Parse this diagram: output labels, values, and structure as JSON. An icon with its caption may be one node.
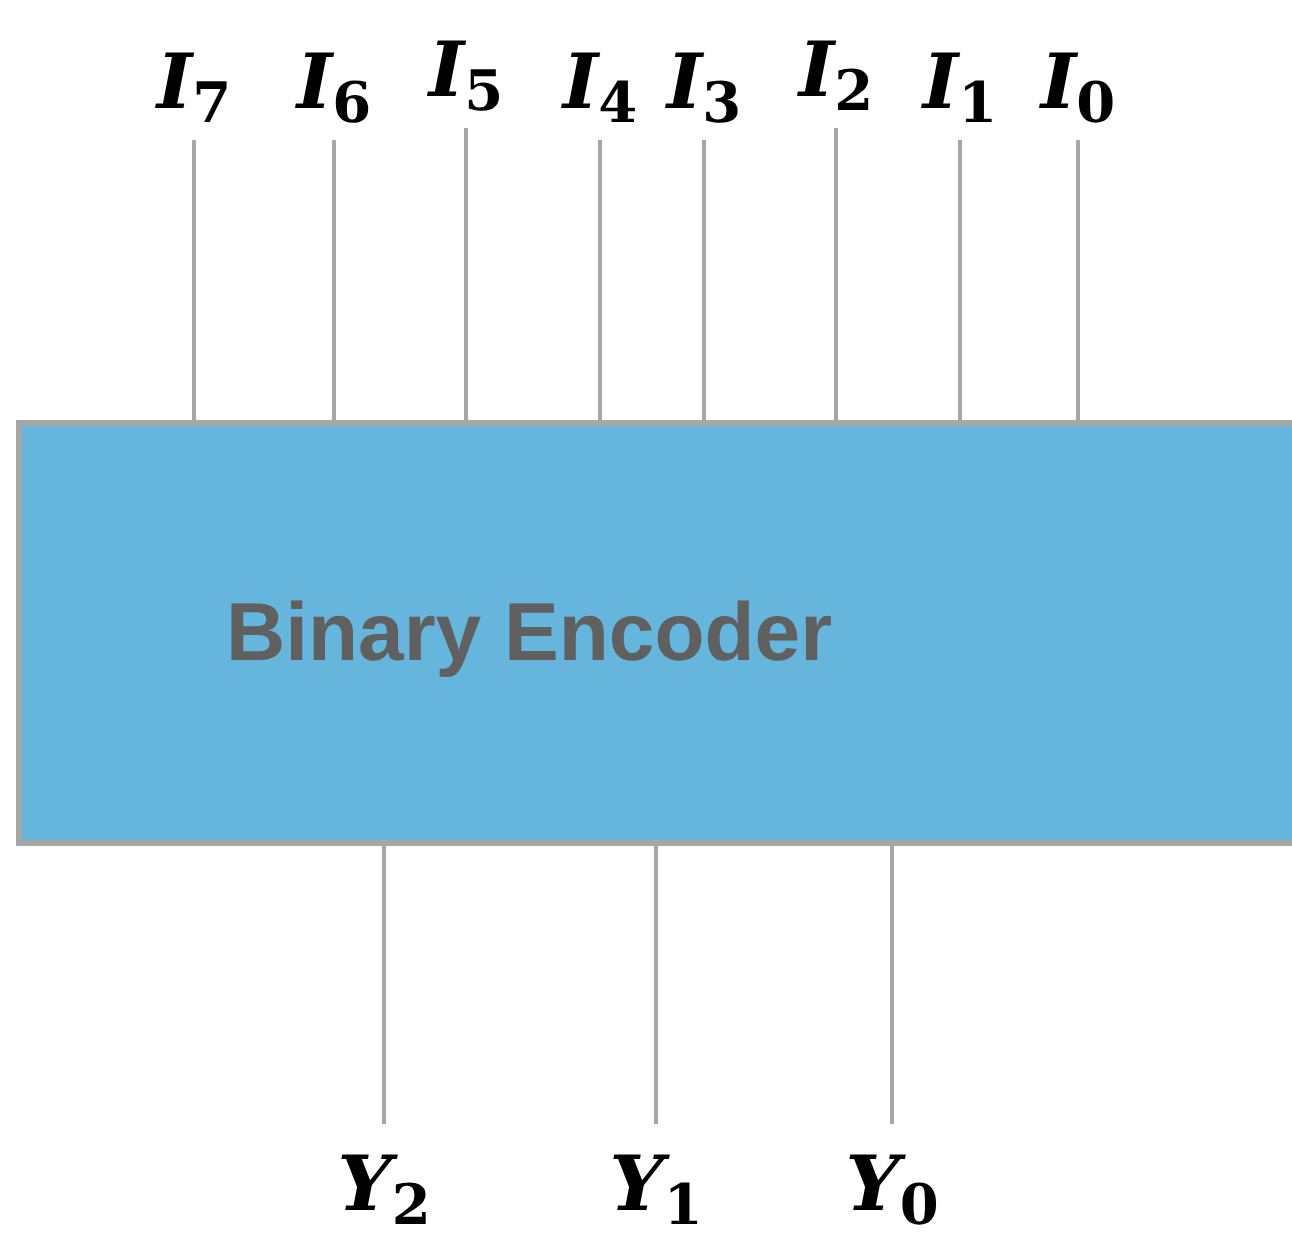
{
  "diagram": {
    "nodes": [
      {
        "text": [
          "I$_{7}$"
        ]
      },
      {
        "text": [
          "I$_{6}$"
        ]
      },
      {
        "text": [
          "I$_{5}$"
        ]
      },
      {
        "text": [
          "I$_{4}$"
        ]
      },
      {
        "text": [
          "I$_{3}$"
        ]
      },
      {
        "text": [
          "I$_{2}$"
        ]
      },
      {
        "text": [
          "I$_{1}$"
        ]
      },
      {
        "text": [
          "I$_{0}$"
        ]
      },
      {
        "text": [
          "Binary Encoder"
        ]
      },
      {
        "text": [
          "Y$_{2}$"
        ]
      },
      {
        "text": [
          "Y$_{1}$"
        ]
      },
      {
        "text": [
          "Y$_{0}$"
        ]
      }
    ],
    "edges": [
      {
        "from": 0,
        "to": 8,
        "arrow": "none"
      },
      {
        "from": 1,
        "to": 8,
        "arrow": "none"
      },
      {
        "from": 2,
        "to": 8,
        "arrow": "none"
      },
      {
        "from": 3,
        "to": 8,
        "arrow": "none"
      },
      {
        "from": 4,
        "to": 8,
        "arrow": "none"
      },
      {
        "from": 5,
        "to": 8,
        "arrow": "none"
      },
      {
        "from": 6,
        "to": 8,
        "arrow": "none"
      },
      {
        "from": 7,
        "to": 8,
        "arrow": "none"
      },
      {
        "from": 8,
        "to": 9,
        "arrow": "none"
      },
      {
        "from": 8,
        "to": 10,
        "arrow": "none"
      },
      {
        "from": 8,
        "to": 11,
        "arrow": "none"
      }
    ]
  }
}
